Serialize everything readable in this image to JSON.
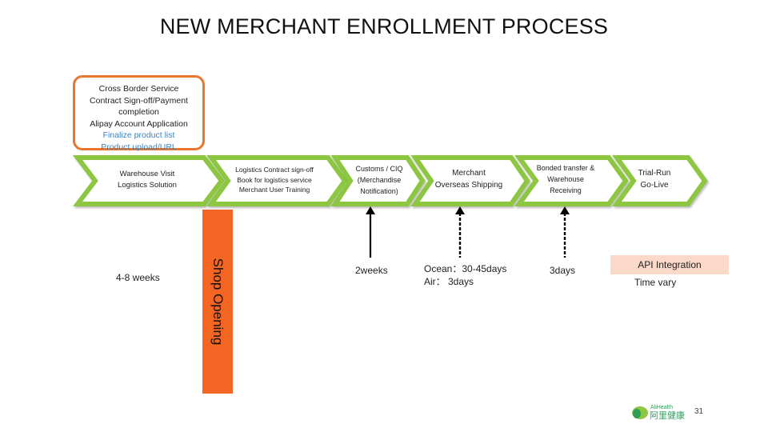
{
  "title": "NEW MERCHANT ENROLLMENT PROCESS",
  "top_box": {
    "line1": "Cross Border Service",
    "line2": "Contract Sign-off/Payment",
    "line3": "completion",
    "line4": "Alipay Account Application",
    "line5": "Finalize product list",
    "line6": "Product upload/URL"
  },
  "stages": [
    {
      "line1": "Warehouse Visit",
      "line2": "Logistics Solution"
    },
    {
      "line1": "Logistics Contract sign-off",
      "line2": "Book for logistics service",
      "line3": "Merchant User Training"
    },
    {
      "line1": "Customs / CIQ",
      "line2": "(Merchandise",
      "line3": "Notification)"
    },
    {
      "line1": "Merchant",
      "line2": "Overseas Shipping"
    },
    {
      "line1": "Bonded transfer &",
      "line2": "Warehouse",
      "line3": "Receiving"
    },
    {
      "line1": "Trial-Run",
      "line2": "Go-Live"
    }
  ],
  "shop_opening": "Shop Opening",
  "durations": {
    "phase1": "4-8 weeks",
    "customs": "2weeks",
    "ocean": "Ocean：30-45days",
    "air": "Air： 3days",
    "bonded": "3days",
    "api": "API Integration",
    "time_vary": "Time vary"
  },
  "logo": {
    "en": "AliHealth",
    "cn": "阿里健康"
  },
  "page_number": "31",
  "colors": {
    "accent_orange": "#f26522",
    "box_border": "#e8762d",
    "chevron_fill": "#8dc63f",
    "api_fill": "#fbd9c8",
    "link_blue": "#3d82c4"
  }
}
